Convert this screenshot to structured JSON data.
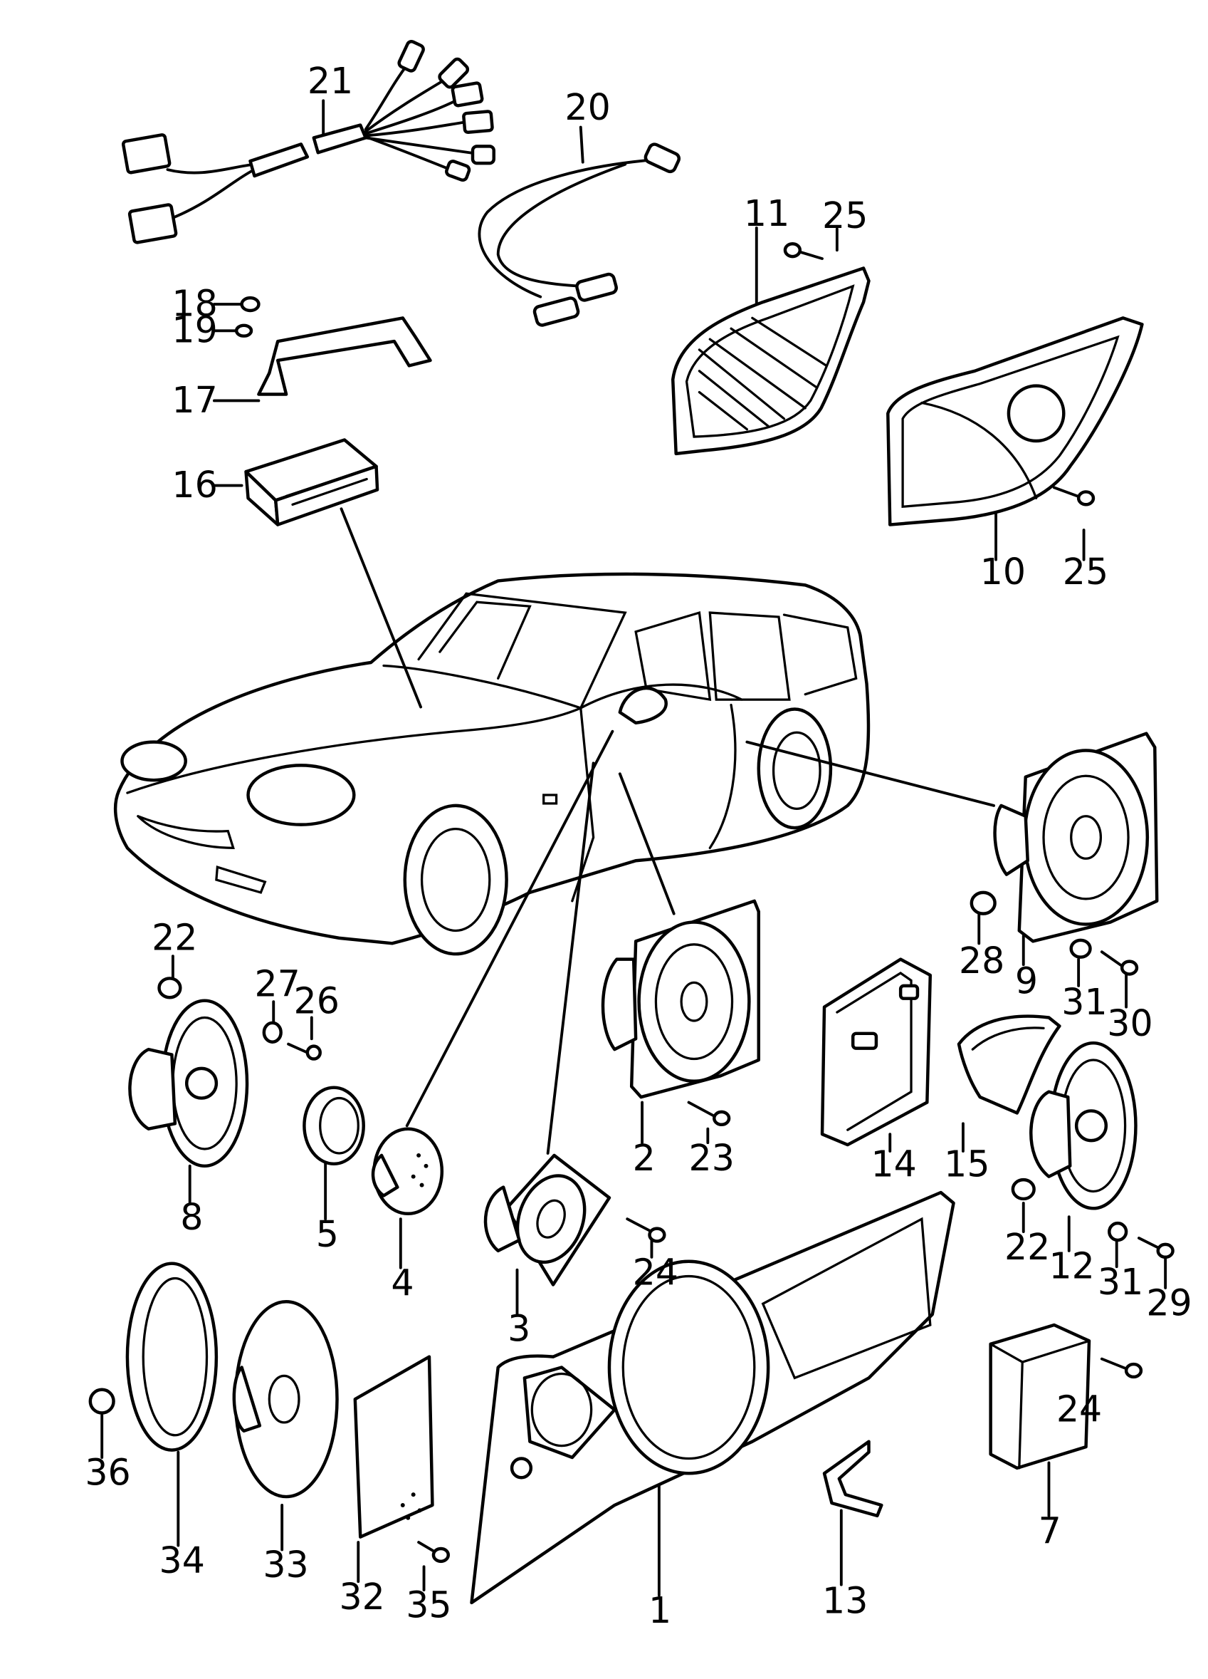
{
  "diagram": {
    "labels": {
      "l1": "1",
      "l2": "2",
      "l3": "3",
      "l4": "4",
      "l5": "5",
      "l7": "7",
      "l8": "8",
      "l9": "9",
      "l10": "10",
      "l11": "11",
      "l12": "12",
      "l13": "13",
      "l14": "14",
      "l15": "15",
      "l16": "16",
      "l17": "17",
      "l18": "18",
      "l19": "19",
      "l20": "20",
      "l21": "21",
      "l22a": "22",
      "l22b": "22",
      "l23": "23",
      "l24a": "24",
      "l24b": "24",
      "l25a": "25",
      "l25b": "25",
      "l26": "26",
      "l27": "27",
      "l28": "28",
      "l29": "29",
      "l30": "30",
      "l31a": "31",
      "l31b": "31",
      "l32": "32",
      "l33": "33",
      "l34": "34",
      "l35": "35",
      "l36": "36"
    }
  }
}
